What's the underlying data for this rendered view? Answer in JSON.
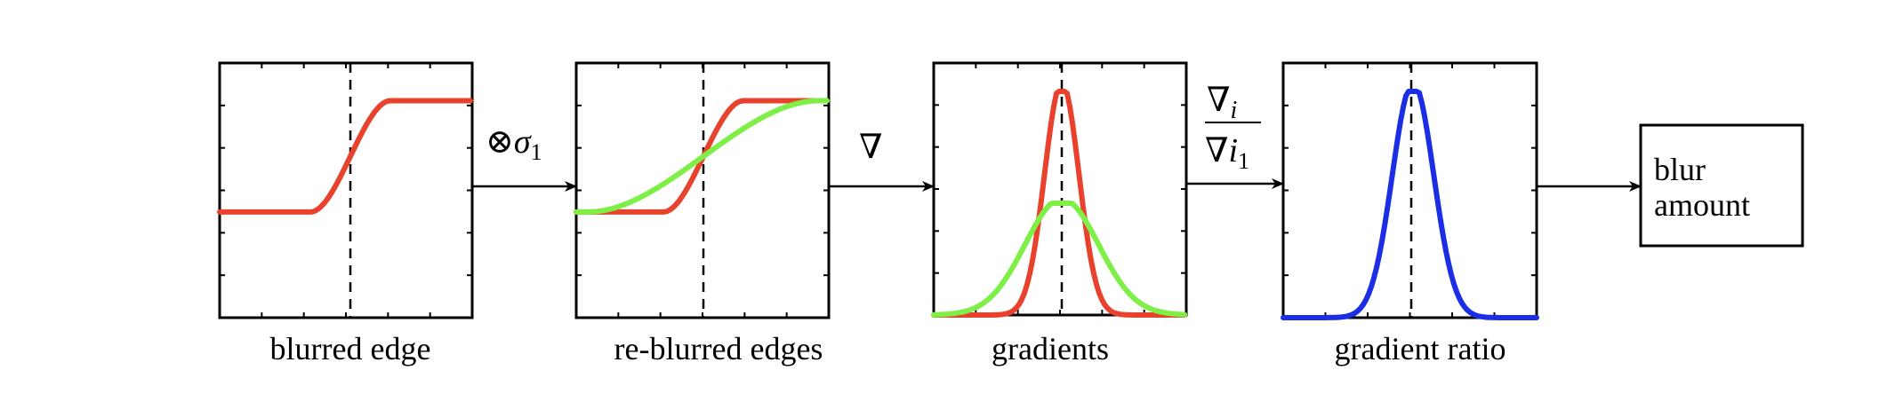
{
  "colors": {
    "red": "#e8412c",
    "green": "#7def47",
    "blue": "#1b2ee6",
    "ink": "#000000"
  },
  "panels": [
    {
      "id": "panel-blurred-edge",
      "caption": "blurred edge",
      "series": [
        {
          "color_key": "red",
          "kind": "step",
          "halfwidth": 45
        }
      ]
    },
    {
      "id": "panel-reblurred-edges",
      "caption": "re-blurred edges",
      "series": [
        {
          "color_key": "red",
          "kind": "step",
          "halfwidth": 45
        },
        {
          "color_key": "green",
          "kind": "step",
          "halfwidth": 130
        }
      ]
    },
    {
      "id": "panel-gradients",
      "caption": "gradients",
      "series": [
        {
          "color_key": "red",
          "kind": "peak",
          "level": 1.0,
          "width": 0.15
        },
        {
          "color_key": "green",
          "kind": "peak",
          "level": 0.5,
          "width": 0.32
        }
      ]
    },
    {
      "id": "panel-gradient-ratio",
      "caption": "gradient ratio",
      "series": [
        {
          "color_key": "blue",
          "kind": "peak",
          "level": 1.0,
          "width": 0.18
        }
      ]
    }
  ],
  "operators": {
    "convolve_symbol": "⊗",
    "convolve_sigma": "σ",
    "convolve_sub": "1",
    "gradient_symbol": "∇",
    "ratio_num_symbol": "∇",
    "ratio_num_sub": "i",
    "ratio_den_symbol": "∇",
    "ratio_den_var": "i",
    "ratio_den_sub": "1"
  },
  "output_box": {
    "line1": "blur",
    "line2": "amount"
  }
}
